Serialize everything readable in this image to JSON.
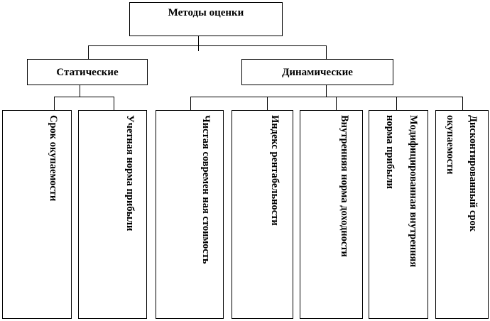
{
  "root": {
    "label": "Методы оценки"
  },
  "groups": [
    {
      "label": "Статические",
      "methods": [
        [
          "Срок окупаемости"
        ],
        [
          "Учетная норма прибыли"
        ]
      ]
    },
    {
      "label": "Динамические",
      "methods": [
        [
          "Чистая современ ная стоимость"
        ],
        [
          "Индекс рентабельности"
        ],
        [
          "Внутренняя норма доходности"
        ],
        [
          "Модифицированная внутренняя",
          "норма прибыли"
        ],
        [
          "Дисконтированный срок",
          "окупаемости"
        ]
      ]
    }
  ]
}
